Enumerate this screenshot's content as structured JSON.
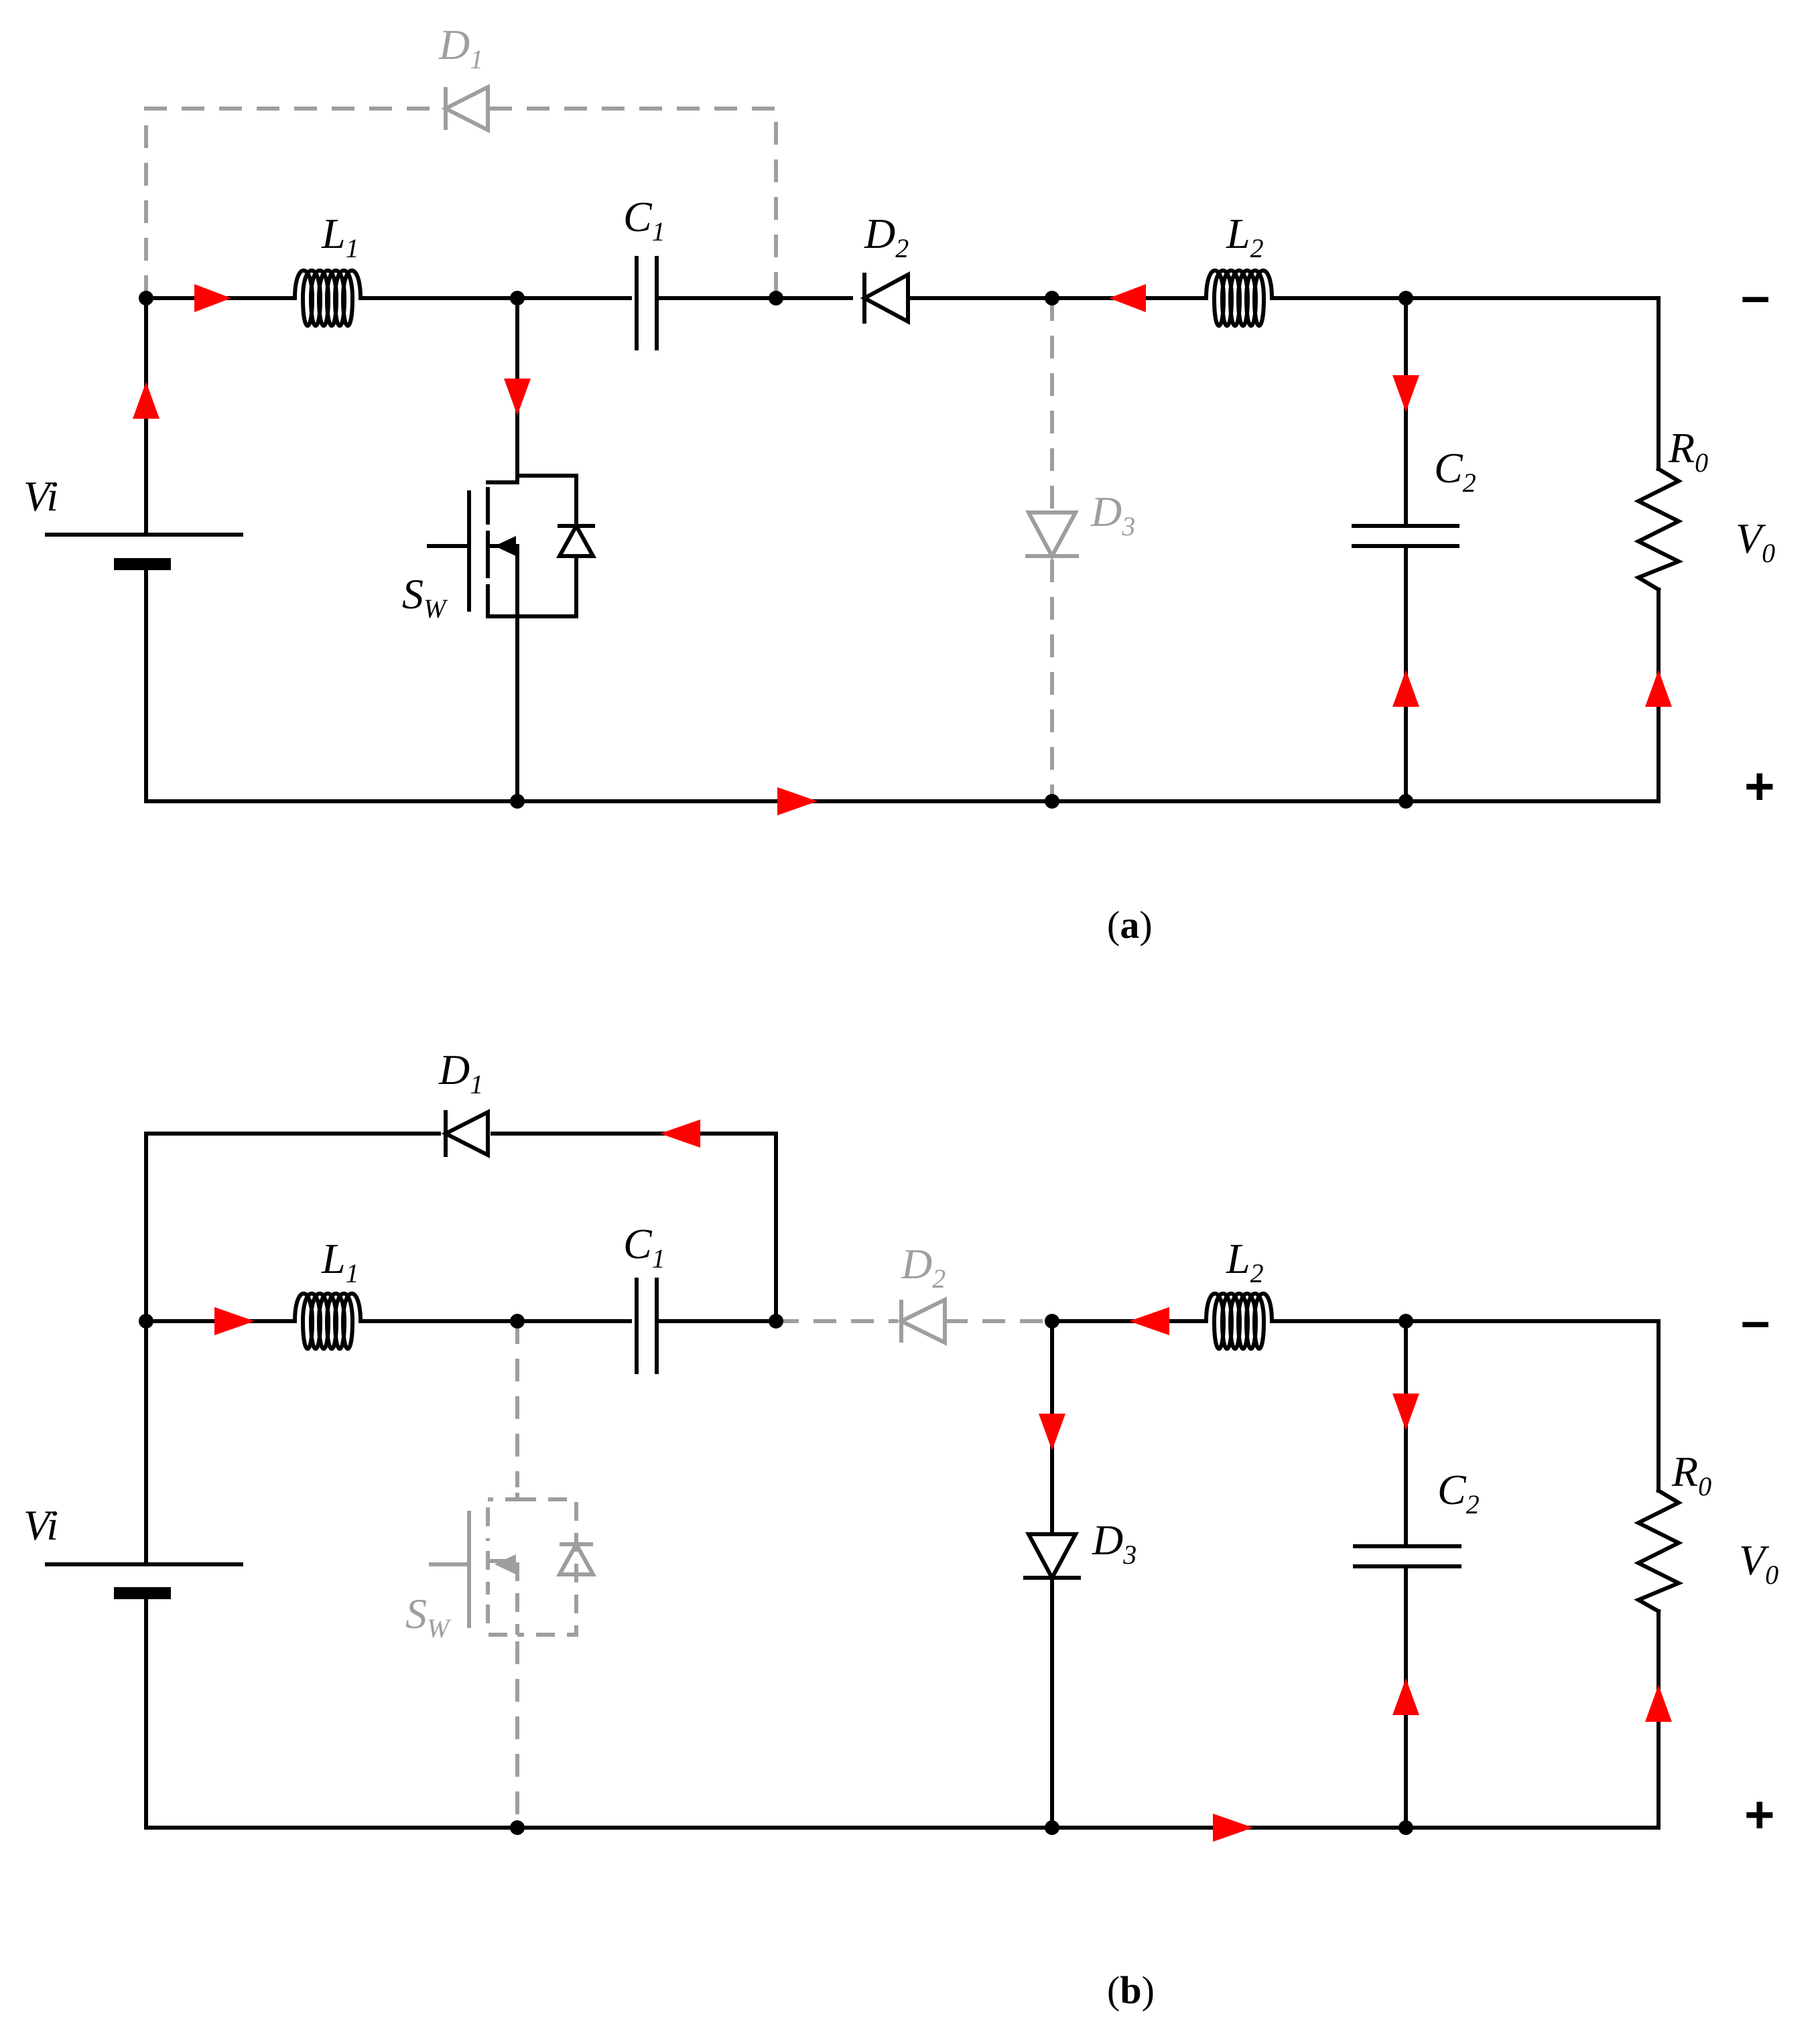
{
  "panels": [
    {
      "caption_prefix": "(",
      "caption_letter": "a",
      "caption_suffix": ")",
      "labels": {
        "d1": {
          "base": "D",
          "sub": "1"
        },
        "l1": {
          "base": "L",
          "sub": "1"
        },
        "c1": {
          "base": "C",
          "sub": "1"
        },
        "d2": {
          "base": "D",
          "sub": "2"
        },
        "l2": {
          "base": "L",
          "sub": "2"
        },
        "c2": {
          "base": "C",
          "sub": "2"
        },
        "d3": {
          "base": "D",
          "sub": "3"
        },
        "r0": {
          "base": "R",
          "sub": "0"
        },
        "v0": {
          "base": "V",
          "sub": "0"
        },
        "sw": {
          "base": "S",
          "sub": "W"
        },
        "vi": "Vi",
        "minus": "–",
        "plus": "+"
      }
    },
    {
      "caption_prefix": "(",
      "caption_letter": "b",
      "caption_suffix": ")",
      "labels": {
        "d1": {
          "base": "D",
          "sub": "1"
        },
        "l1": {
          "base": "L",
          "sub": "1"
        },
        "c1": {
          "base": "C",
          "sub": "1"
        },
        "d2": {
          "base": "D",
          "sub": "2"
        },
        "l2": {
          "base": "L",
          "sub": "2"
        },
        "c2": {
          "base": "C",
          "sub": "2"
        },
        "d3": {
          "base": "D",
          "sub": "3"
        },
        "r0": {
          "base": "R",
          "sub": "0"
        },
        "v0": {
          "base": "V",
          "sub": "0"
        },
        "sw": {
          "base": "S",
          "sub": "W"
        },
        "vi": "Vi",
        "minus": "–",
        "plus": "+"
      }
    }
  ],
  "colors": {
    "wire": "#000000",
    "inactive": "#9e9e9e",
    "current_arrow": "#ff0000"
  }
}
